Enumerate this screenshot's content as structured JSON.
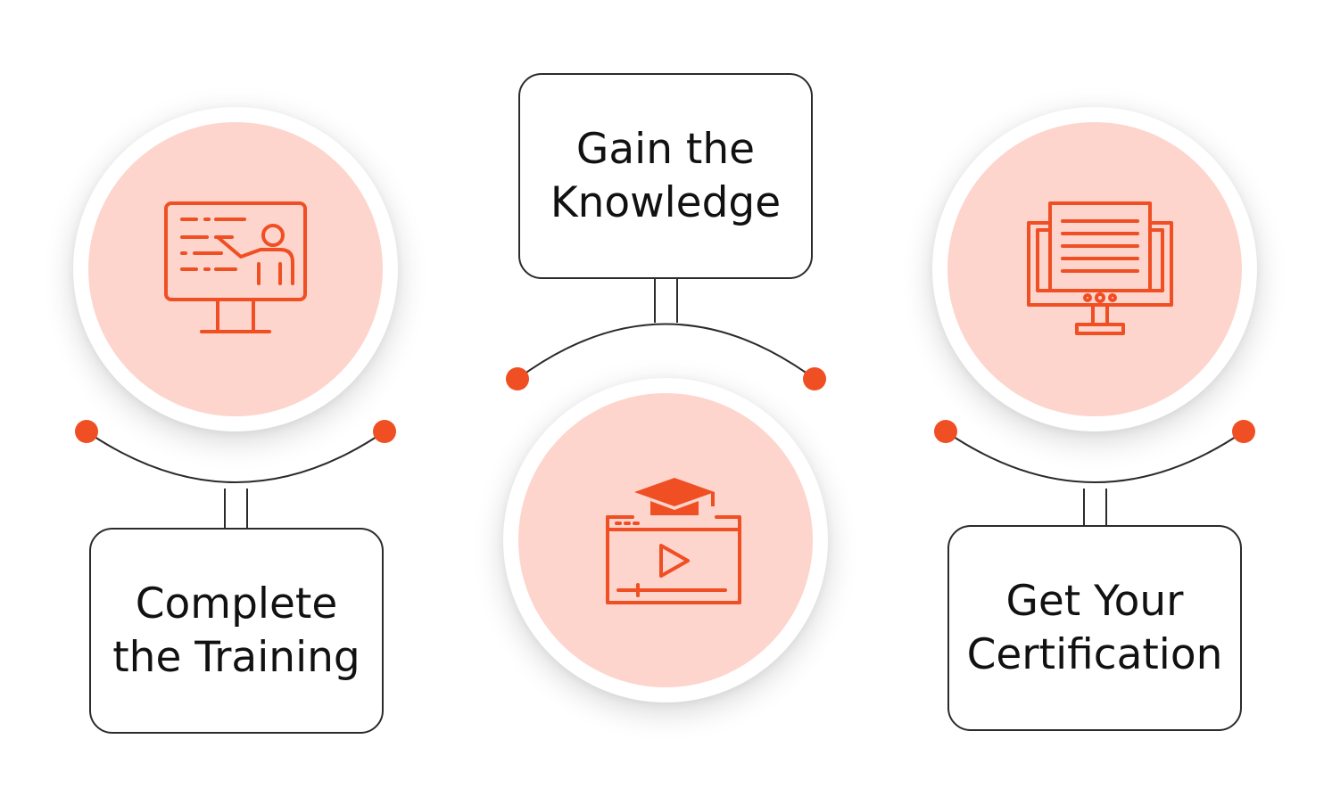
{
  "steps": [
    {
      "label": "Complete\nthe Training",
      "icon": "monitor-teacher-icon"
    },
    {
      "label": "Gain the\nKnowledge",
      "icon": "video-graduation-cap-icon"
    },
    {
      "label": "Get Your\nCertification",
      "icon": "monitor-document-icon"
    }
  ],
  "colors": {
    "accent": "#f04e23",
    "circle_fill": "#fdd5cd",
    "line": "#2b2b2b"
  }
}
